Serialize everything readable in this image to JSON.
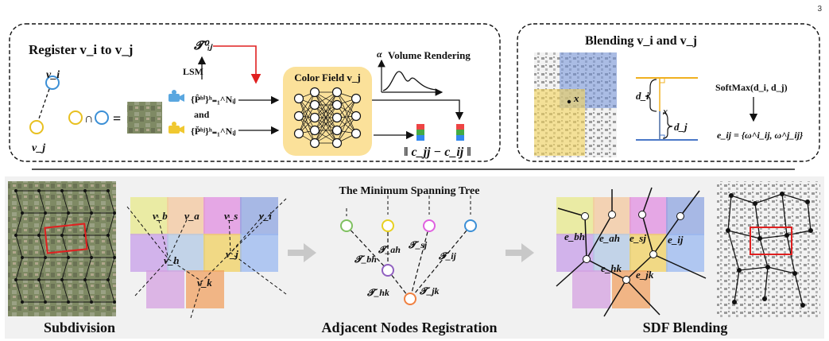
{
  "page_number": "3",
  "register_panel": {
    "title": "Register v_i to v_j",
    "node_i": "v_i",
    "node_j": "v_j",
    "transform": "𝓣⁰ᵢⱼ",
    "lsm": "LSM",
    "and": "and",
    "points_i": "{P̂ʰⁱ}ʰ₌₁^Nᵢⱼ",
    "points_j": "{P̆ʰʲ}ʰ₌₁^Nᵢⱼ",
    "color_field": "Color Field v_j",
    "alpha": "α",
    "volume_rendering": "Volume Rendering",
    "loss": "‖ c_jj  −  c_ij ‖",
    "equals": "="
  },
  "blending_panel": {
    "title": "Blending v_i and v_j",
    "x_label": "x",
    "d_i": "d_i",
    "d_j": "d_j",
    "softmax": "SoftMax(d_i, d_j)",
    "weights": "e_ij = {ω^i_ij, ω^j_ij}"
  },
  "bottom": {
    "subdivision": {
      "caption": "Subdivision",
      "nodes": [
        "v_b",
        "v_a",
        "v_s",
        "v_i",
        "v_h",
        "v_j",
        "v_k"
      ]
    },
    "registration": {
      "caption": "Adjacent Nodes Registration",
      "tree_title": "The Minimum Spanning Tree",
      "edges": [
        "𝓣_bh",
        "𝓣_ah",
        "𝓣_sj",
        "𝓣_ij",
        "𝓣_hk",
        "𝓣_jk"
      ]
    },
    "sdf": {
      "caption": "SDF Blending",
      "edges": [
        "e_bh",
        "e_ah",
        "e_sj",
        "e_ij",
        "e_hk",
        "e_jk"
      ]
    }
  },
  "colors": {
    "node_i": "#3b8fd6",
    "node_j": "#e8c020",
    "color_field_bg": "#fbe19a",
    "red_arrow": "#e02020",
    "region_blue": "#6f8fd8",
    "region_yellow": "#f3d35a"
  }
}
